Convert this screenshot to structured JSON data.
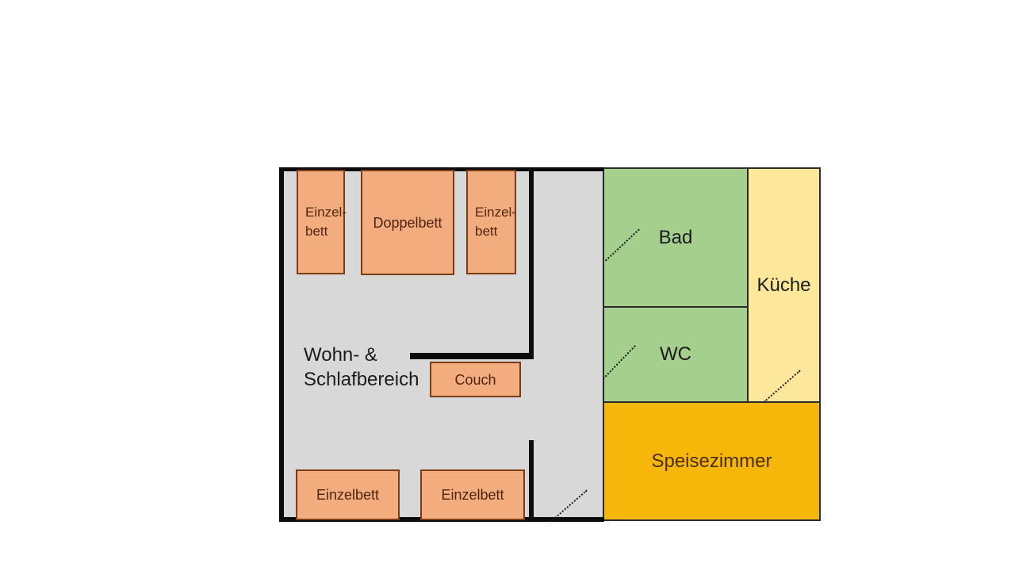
{
  "floorplan": {
    "living_area": {
      "name_line1": "Wohn- &",
      "name_line2": "Schlafbereich"
    },
    "bathroom": {
      "name": "Bad"
    },
    "toilet": {
      "name": "WC"
    },
    "kitchen": {
      "name": "Küche"
    },
    "dining_room": {
      "name": "Speisezimmer"
    },
    "furniture": {
      "single_bed_top_left_line1": "Einzel-",
      "single_bed_top_left_line2": "bett",
      "double_bed": "Doppelbett",
      "single_bed_top_right_line1": "Einzel-",
      "single_bed_top_right_line2": "bett",
      "couch": "Couch",
      "single_bed_bottom_left": "Einzelbett",
      "single_bed_bottom_right": "Einzelbett"
    },
    "colors": {
      "floor_gray": "#d8d8d8",
      "room_green": "#a5cf8d",
      "kitchen_yellow": "#fce79a",
      "dining_amber": "#f7b70a",
      "furniture_orange": "#f2ac7d",
      "wall_black": "#0b0b0b"
    }
  }
}
